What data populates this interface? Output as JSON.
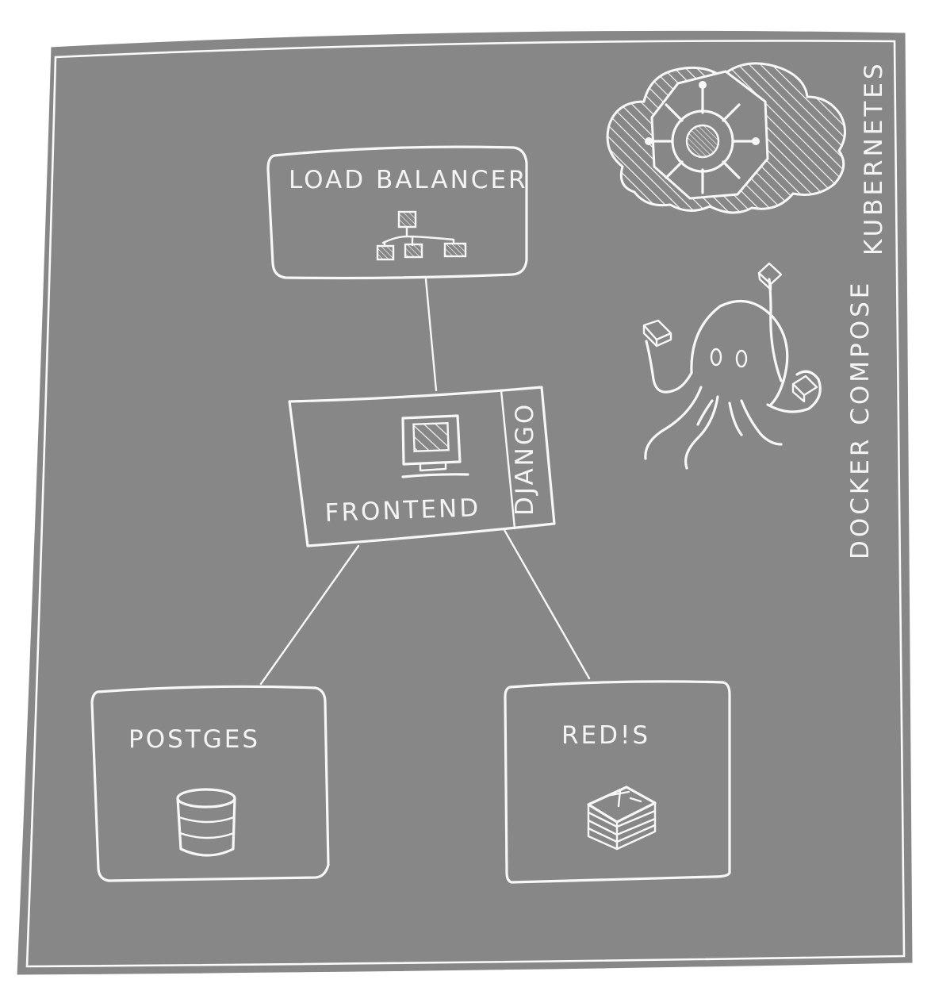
{
  "diagram": {
    "nodes": {
      "load_balancer": {
        "label": "LOAD BALANCER"
      },
      "frontend": {
        "label": "FRONTEND",
        "tag": "DJANGO"
      },
      "postgres": {
        "label": "POSTGES"
      },
      "redis": {
        "label": "RED!S"
      }
    },
    "side_labels": {
      "kubernetes": "KUBERNETES",
      "docker_compose": "DOCKER COMPOSE"
    },
    "edges": [
      {
        "from": "load_balancer",
        "to": "frontend"
      },
      {
        "from": "frontend",
        "to": "postgres"
      },
      {
        "from": "frontend",
        "to": "redis"
      }
    ],
    "icons": {
      "load_balancer": "network-hierarchy-icon",
      "frontend": "computer-monitor-icon",
      "postgres": "database-cylinder-icon",
      "redis": "redis-stack-icon",
      "kubernetes": "kubernetes-helm-cloud-icon",
      "docker_compose": "octopus-icon"
    },
    "colors": {
      "background": "#878787",
      "ink": "#f7f7f7",
      "paper": "#ffffff"
    }
  }
}
